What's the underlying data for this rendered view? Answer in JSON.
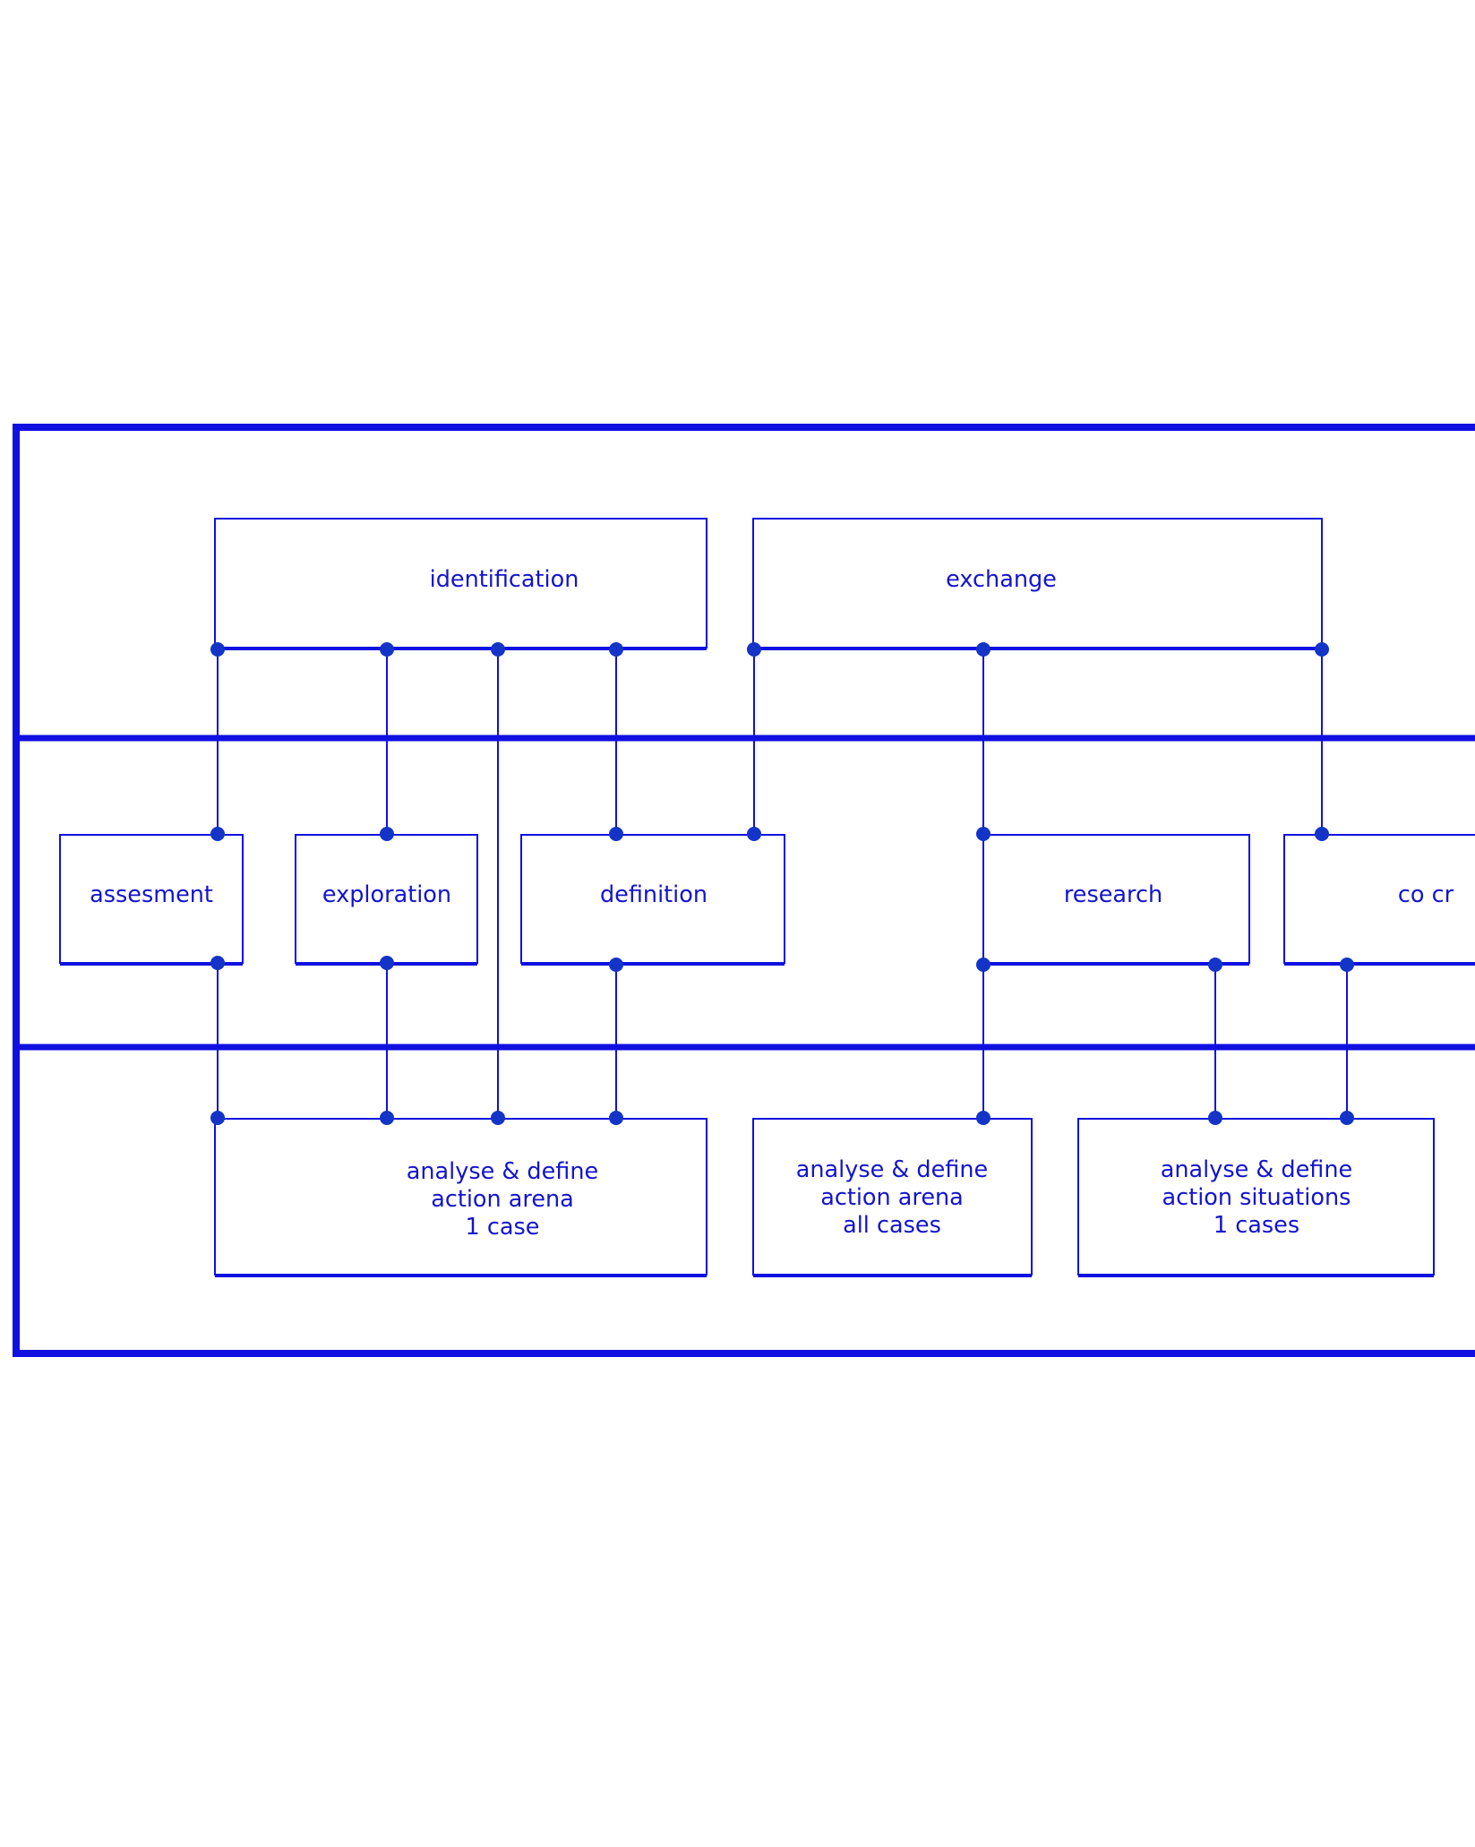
{
  "colors": {
    "line": "#1010e0",
    "node": "#1434c8",
    "text": "#1414cc",
    "background": "#ffffff"
  },
  "boxes": {
    "identification": {
      "lines": [
        "identification"
      ]
    },
    "exchange": {
      "lines": [
        "exchange"
      ]
    },
    "assesment": {
      "lines": [
        "assesment"
      ]
    },
    "exploration": {
      "lines": [
        "exploration"
      ]
    },
    "definition": {
      "lines": [
        "definition"
      ]
    },
    "research": {
      "lines": [
        "research"
      ]
    },
    "co_creation": {
      "lines": [
        "co cr"
      ]
    },
    "arena_1_case": {
      "lines": [
        "analyse & define",
        "action arena",
        "1 case"
      ]
    },
    "arena_all_cases": {
      "lines": [
        "analyse & define",
        "action arena",
        "all cases"
      ]
    },
    "situations_1_cases": {
      "lines": [
        "analyse & define",
        "action situations",
        "1 cases"
      ]
    }
  }
}
